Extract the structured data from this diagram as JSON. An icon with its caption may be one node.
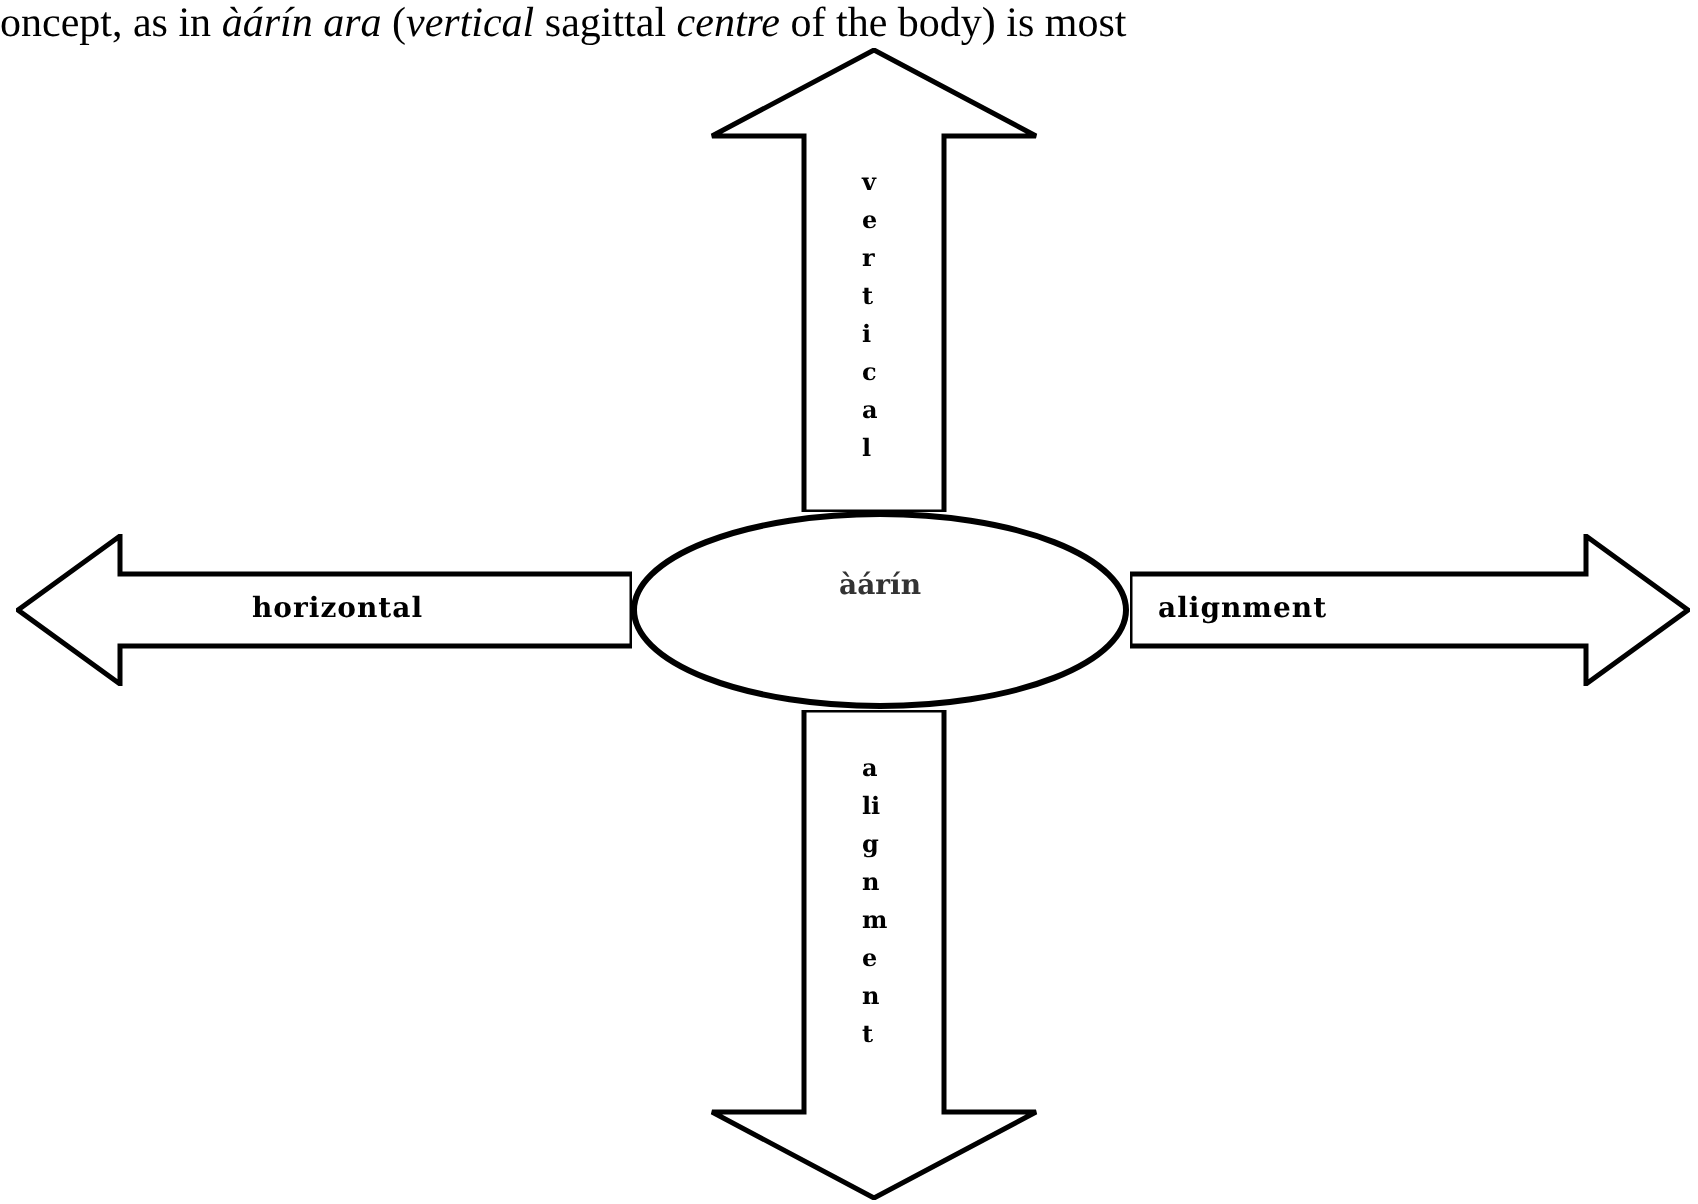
{
  "diagram": {
    "nodes": [
      {
        "text": [
          "àárín"
        ]
      },
      {
        "text": [
          "vertical"
        ]
      },
      {
        "text": [
          "horizontal"
        ]
      },
      {
        "text": [
          "alignment"
        ]
      },
      {
        "text": [
          "alignment"
        ]
      }
    ],
    "labels": [
      "oncept, as in *àárín ara* (*vertical* sagittal *centre* of the body) is most"
    ]
  }
}
